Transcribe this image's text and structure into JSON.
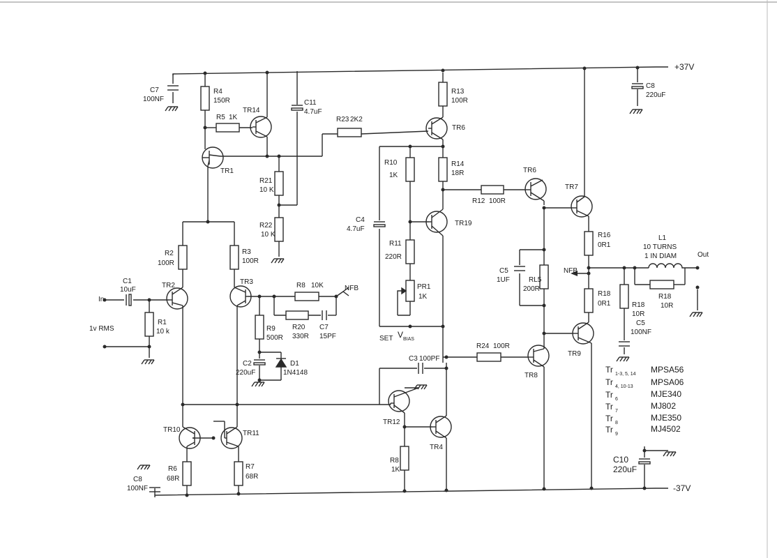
{
  "rails": {
    "positive": "+37V",
    "negative": "-37V"
  },
  "io": {
    "input": "In",
    "input_level": "1v RMS",
    "output": "Out",
    "nfb": "NFB"
  },
  "bias": {
    "set": "SET",
    "v": "V",
    "sub": "BIAS"
  },
  "resistors": [
    {
      "ref": "R4",
      "value": "150R"
    },
    {
      "ref": "R5",
      "value": "1K"
    },
    {
      "ref": "R21",
      "value": "10 K"
    },
    {
      "ref": "R22",
      "value": "10 K"
    },
    {
      "ref": "R23",
      "value": "2K2"
    },
    {
      "ref": "R13",
      "value": "100R"
    },
    {
      "ref": "R14",
      "value": "18R"
    },
    {
      "ref": "R10",
      "value": "1K"
    },
    {
      "ref": "R11",
      "value": "220R"
    },
    {
      "ref": "R12",
      "value": "100R"
    },
    {
      "ref": "R2",
      "value": "100R"
    },
    {
      "ref": "R3",
      "value": "100R"
    },
    {
      "ref": "R1",
      "value": "10 k"
    },
    {
      "ref": "R8",
      "value": "10K"
    },
    {
      "ref": "R20",
      "value": "330R"
    },
    {
      "ref": "R9",
      "value": "500R"
    },
    {
      "ref": "R16",
      "value": "0R1"
    },
    {
      "ref": "R18",
      "value": "0R1"
    },
    {
      "ref": "R18",
      "value": "10R"
    },
    {
      "ref": "R18",
      "value": "10R"
    },
    {
      "ref": "R24",
      "value": "100R"
    },
    {
      "ref": "R8",
      "value": "1K"
    },
    {
      "ref": "R6",
      "value": "68R"
    },
    {
      "ref": "R7",
      "value": "68R"
    },
    {
      "ref": "RL5",
      "value": "200R"
    },
    {
      "ref": "PR1",
      "value": "1K"
    }
  ],
  "capacitors": [
    {
      "ref": "C7",
      "value": "100NF"
    },
    {
      "ref": "C11",
      "value": "4.7uF"
    },
    {
      "ref": "C8",
      "value": "220uF"
    },
    {
      "ref": "C4",
      "value": "4.7uF"
    },
    {
      "ref": "C5",
      "value": "1UF"
    },
    {
      "ref": "C1",
      "value": "10uF"
    },
    {
      "ref": "C7",
      "value": "15PF"
    },
    {
      "ref": "C2",
      "value": "220uF"
    },
    {
      "ref": "C3",
      "value": "100PF"
    },
    {
      "ref": "C5",
      "value": "100NF"
    },
    {
      "ref": "C8",
      "value": "100NF"
    },
    {
      "ref": "C10",
      "value": "220uF"
    }
  ],
  "diode": {
    "ref": "D1",
    "value": "1N4148"
  },
  "inductor": {
    "ref": "L1",
    "line1": "10 TURNS",
    "line2": "1 IN DIAM"
  },
  "transistors": [
    "TR1",
    "TR14",
    "TR6",
    "TR19",
    "TR6",
    "TR7",
    "TR2",
    "TR3",
    "TR12",
    "TR4",
    "TR8",
    "TR9",
    "TR10",
    "TR11"
  ],
  "parts_table": [
    {
      "tr": "Tr",
      "sub": "1-3, 5, 14",
      "part": "MPSA56"
    },
    {
      "tr": "Tr",
      "sub": "4, 10-13",
      "part": "MPSA06"
    },
    {
      "tr": "Tr",
      "sub": "6",
      "part": "MJE340"
    },
    {
      "tr": "Tr",
      "sub": "7",
      "part": "MJ802"
    },
    {
      "tr": "Tr",
      "sub": "8",
      "part": "MJE350"
    },
    {
      "tr": "Tr",
      "sub": "9",
      "part": "MJ4502"
    }
  ]
}
